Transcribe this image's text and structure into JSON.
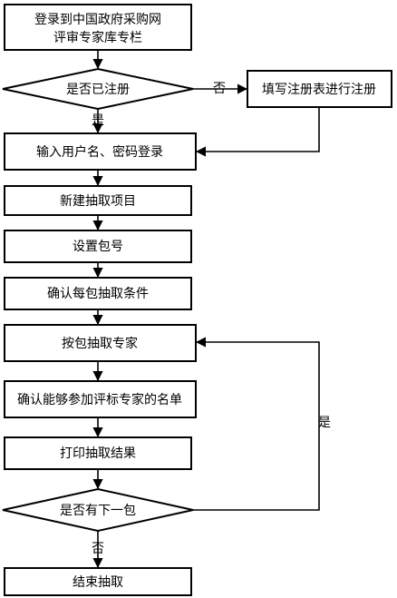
{
  "nodes": {
    "login_line1": "登录到中国政府采购网",
    "login_line2": "评审专家库专栏",
    "registered_q": "是否已注册",
    "fill_form": "填写注册表进行注册",
    "enter_credentials": "输入用户名、密码登录",
    "new_project": "新建抽取项目",
    "set_package": "设置包号",
    "confirm_conditions": "确认每包抽取条件",
    "extract_experts": "按包抽取专家",
    "confirm_list": "确认能够参加评标专家的名单",
    "print_results": "打印抽取结果",
    "next_package_q": "是否有下一包",
    "end_extraction": "结束抽取"
  },
  "labels": {
    "registered_no": "否",
    "registered_yes": "是",
    "next_yes": "是",
    "next_no": "否"
  }
}
